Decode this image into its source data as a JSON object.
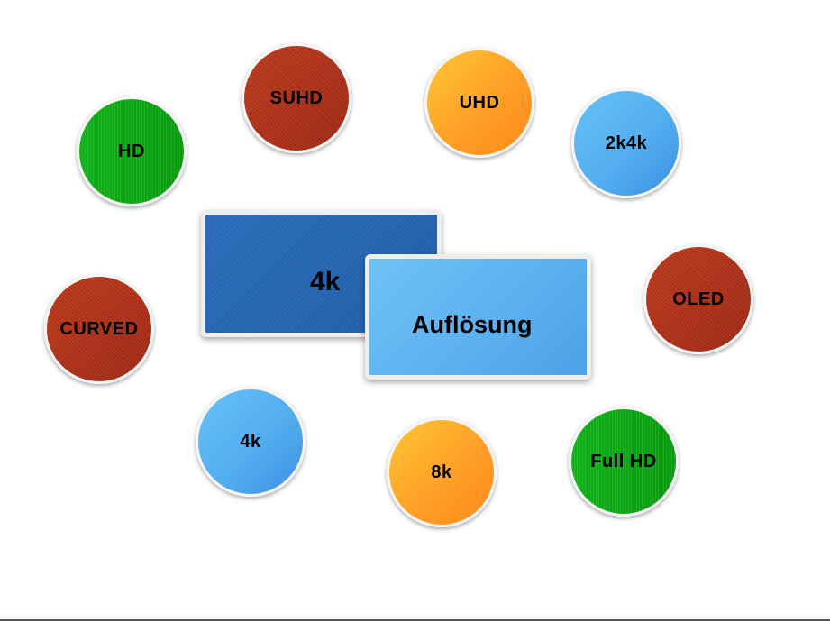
{
  "diagram": {
    "center": {
      "primary_label": "4k",
      "secondary_label": "Auflösung"
    },
    "bubbles": [
      {
        "label": "HD",
        "color": "#0fae16"
      },
      {
        "label": "SUHD",
        "color": "#b4321a"
      },
      {
        "label": "UHD",
        "color": "#ffab2d"
      },
      {
        "label": "2k4k",
        "color": "#55aff0"
      },
      {
        "label": "OLED",
        "color": "#b4321a"
      },
      {
        "label": "Full HD",
        "color": "#0fae16"
      },
      {
        "label": "8k",
        "color": "#ffab2d"
      },
      {
        "label": "4k",
        "color": "#55aff0"
      },
      {
        "label": "CURVED",
        "color": "#b4321a"
      }
    ]
  }
}
